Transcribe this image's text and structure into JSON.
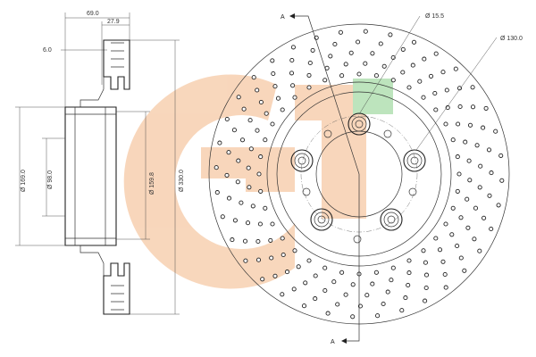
{
  "dimensions": {
    "overall_width": "69.0",
    "hat_depth": "27.9",
    "thickness_min": "6.0",
    "center_bore": "Ø 169.0",
    "hub_bore": "Ø 98.0",
    "hat_diameter": "Ø 159.8",
    "outer_diameter": "Ø 330.0",
    "bolt_hole": "Ø 15.5",
    "pitch_circle": "Ø 130.0"
  },
  "section_marks": {
    "top": "A",
    "bottom": "A"
  },
  "colors": {
    "watermark_orange": "#f6c9a5",
    "watermark_green": "#a8dba8",
    "line": "#333333"
  },
  "watermark": {
    "icon": "brand-logo-watermark"
  }
}
